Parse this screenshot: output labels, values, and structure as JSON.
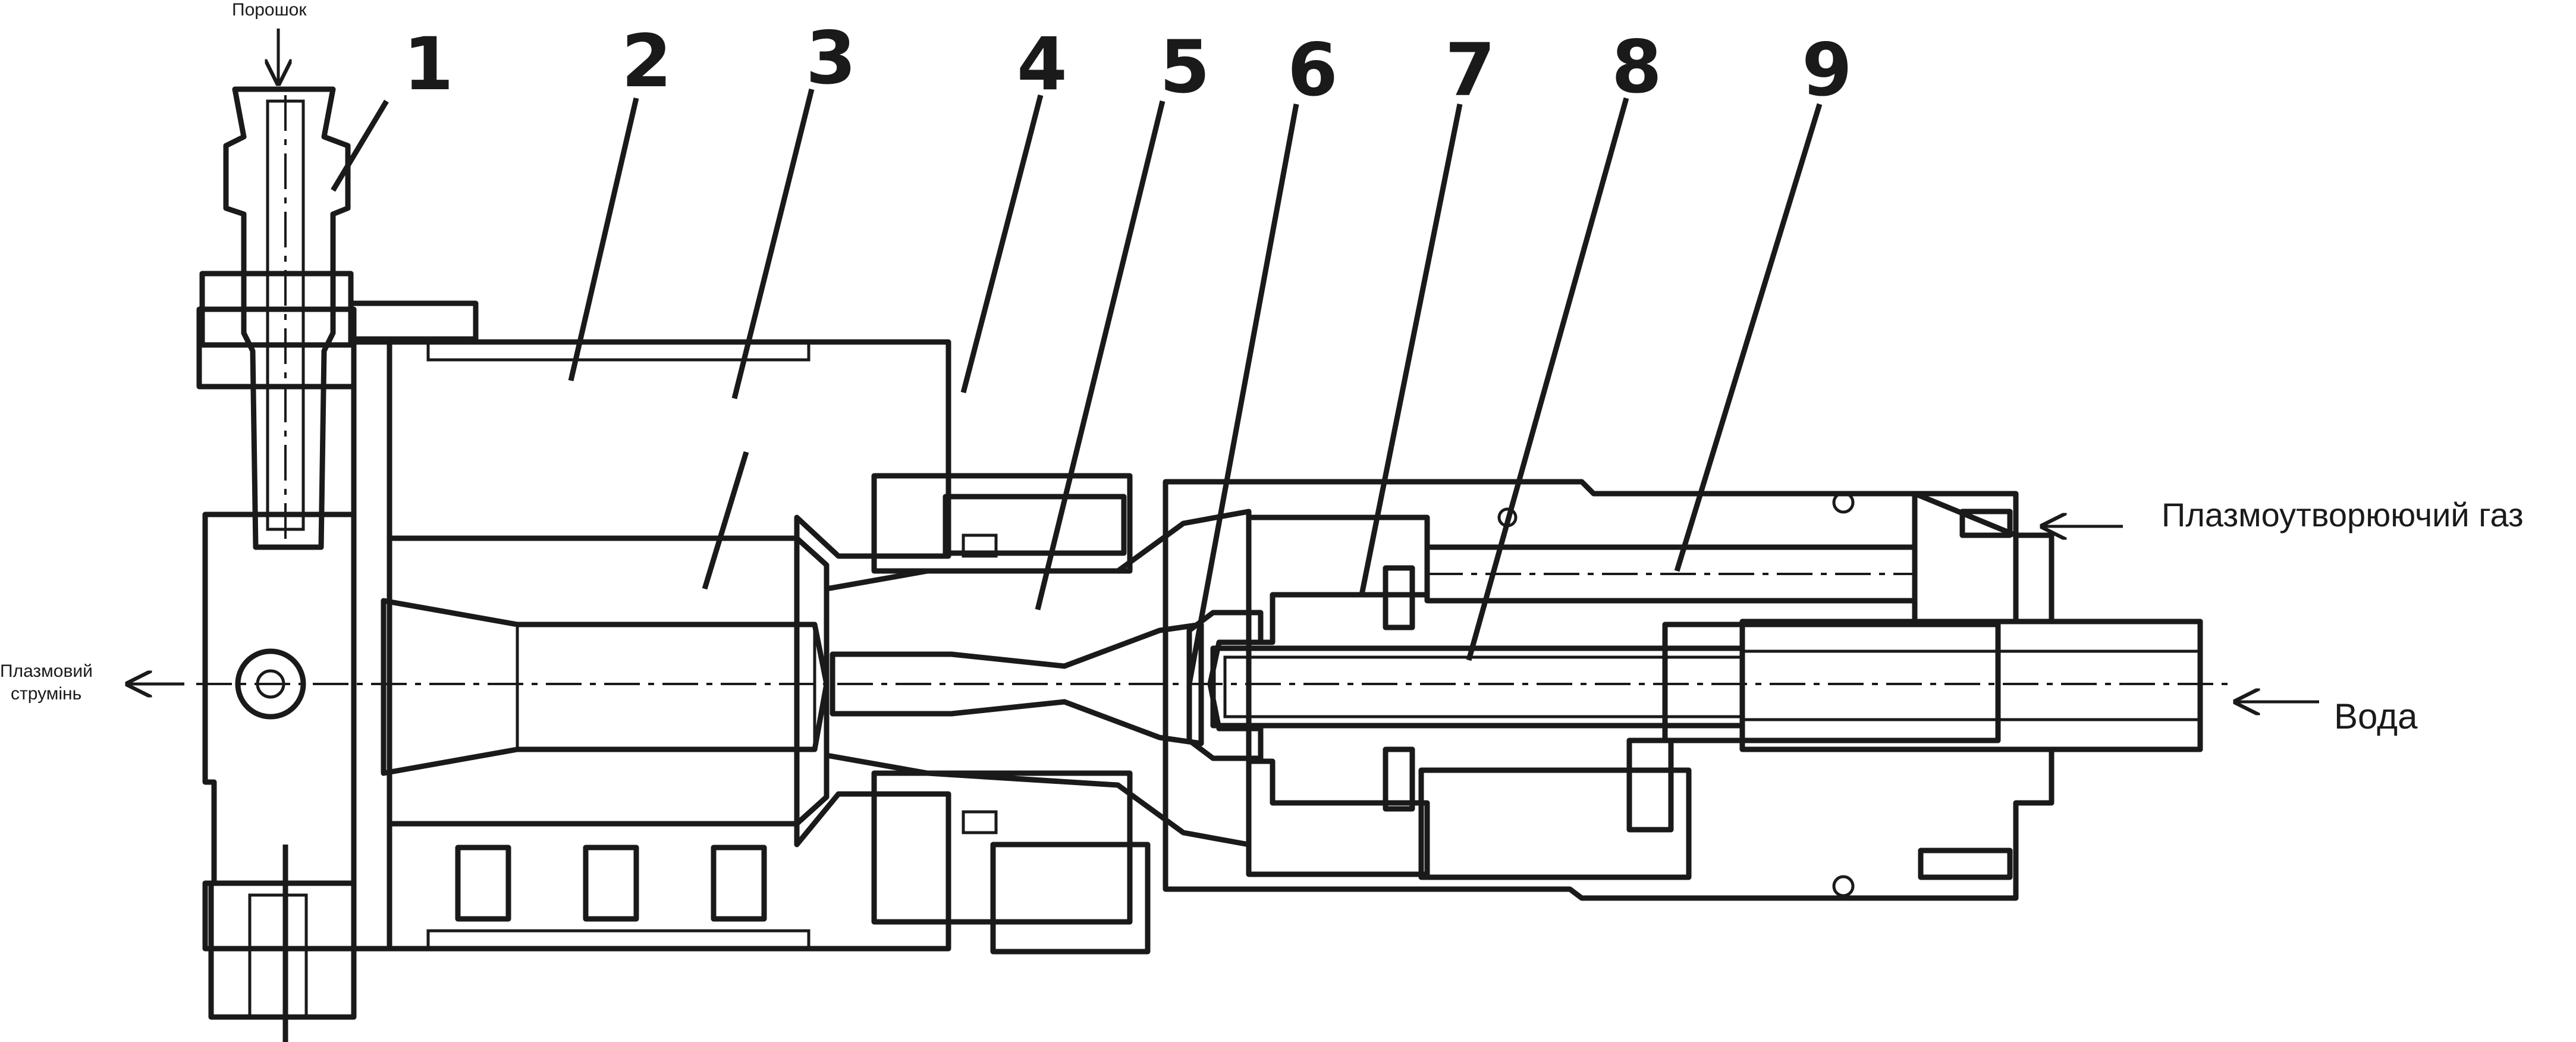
{
  "labels": {
    "powder": "Порошок",
    "plasma_jet_line1": "Плазмовий",
    "plasma_jet_line2": "струмінь",
    "plasma_gas": "Плазмоутворюючий газ",
    "water": "Вода"
  },
  "part_numbers": [
    "1",
    "2",
    "3",
    "4",
    "5",
    "6",
    "7",
    "8",
    "9"
  ],
  "colors": {
    "ink": "#1a1a1a",
    "paper": "#ffffff"
  }
}
